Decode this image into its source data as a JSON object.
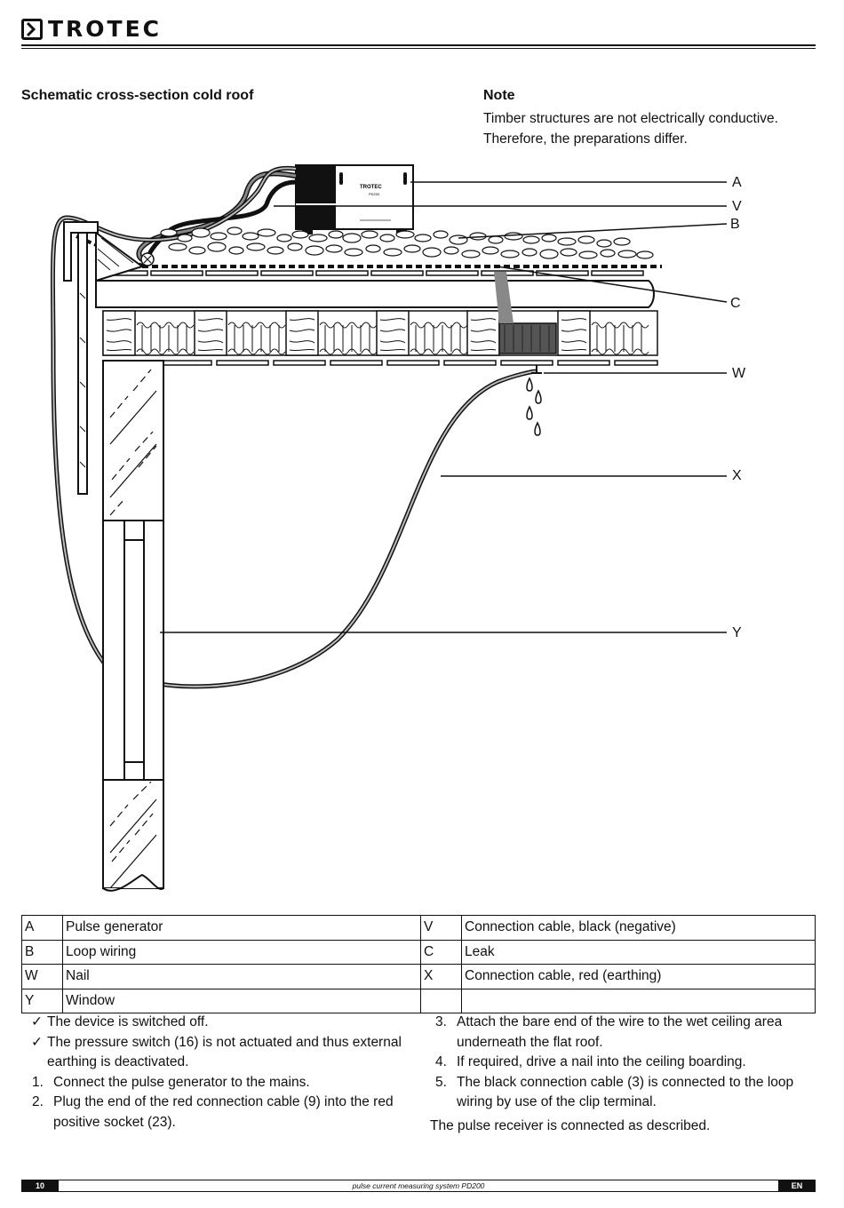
{
  "header": {
    "brand": "TROTEC"
  },
  "section": {
    "title": "Schematic cross-section cold roof"
  },
  "note": {
    "title": "Note",
    "lines": [
      "Timber structures are not electrically conductive.",
      "Therefore, the preparations differ."
    ]
  },
  "diagram": {
    "callouts": [
      "A",
      "V",
      "B",
      "C",
      "W",
      "X",
      "Y"
    ],
    "device_brand": "TROTEC",
    "device_model": "PD200"
  },
  "legend": {
    "rows": [
      {
        "key1": "A",
        "val1": "Pulse generator",
        "key2": "V",
        "val2": "Connection cable, black (negative)"
      },
      {
        "key1": "B",
        "val1": "Loop wiring",
        "key2": "C",
        "val2": "Leak"
      },
      {
        "key1": "W",
        "val1": "Nail",
        "key2": "X",
        "val2": "Connection cable, red (earthing)"
      },
      {
        "key1": "Y",
        "val1": "Window",
        "key2": "",
        "val2": ""
      }
    ]
  },
  "steps": {
    "left": [
      {
        "marker": "✓",
        "text": "The device is switched off."
      },
      {
        "marker": "✓",
        "text": "The pressure switch (16) is not actuated and thus external earthing is deactivated."
      },
      {
        "marker": "1.",
        "text": "Connect the pulse generator to the mains."
      },
      {
        "marker": "2.",
        "text": "Plug the end of the red connection cable (9) into the red positive socket (23)."
      }
    ],
    "right": [
      {
        "marker": "3.",
        "text": "Attach the bare end of the wire to the wet ceiling area underneath the flat roof."
      },
      {
        "marker": "4.",
        "text": "If required, drive a nail into the ceiling boarding."
      },
      {
        "marker": "5.",
        "text": "The black connection cable (3) is connected to the loop wiring by use of the clip terminal."
      }
    ],
    "after": "The pulse receiver is connected as described."
  },
  "footer": {
    "page": "10",
    "doc_title": "pulse current measuring system PD200",
    "lang": "EN"
  }
}
